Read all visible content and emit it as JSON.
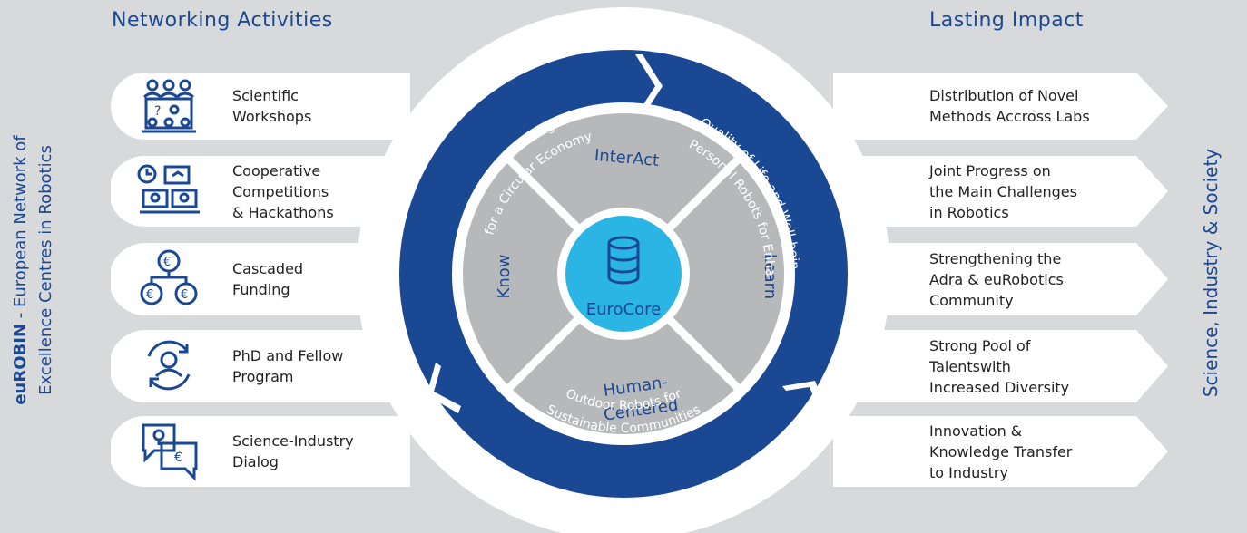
{
  "headings": {
    "left": "Networking Activities",
    "right": "Lasting Impact"
  },
  "left_vertical": {
    "brand": "euROBIN",
    "line1_rest": " - European Network of",
    "line2": "Excellence Centres in Robotics"
  },
  "right_vertical": "Science, Industry & Society",
  "activities": [
    {
      "line1": "Scientific",
      "line2": "Workshops",
      "icon": "workshop-icon"
    },
    {
      "line1": "Cooperative",
      "line2": "Competitions",
      "line3": "& Hackathons",
      "icon": "competition-icon"
    },
    {
      "line1": "Cascaded",
      "line2": "Funding",
      "icon": "euro-funding-icon"
    },
    {
      "line1": "PhD and Fellow",
      "line2": "Program",
      "icon": "person-cycle-icon"
    },
    {
      "line1": "Science-Industry",
      "line2": "Dialog",
      "icon": "dialog-bubbles-icon"
    }
  ],
  "impacts": [
    {
      "line1": "Distribution of Novel",
      "line2": "Methods Accross Labs"
    },
    {
      "line1": "Joint Progress on",
      "line2": "the Main Challenges",
      "line3": "in Robotics"
    },
    {
      "line1": "Strengthening the",
      "line2": "Adra & euRobotics",
      "line3": "Community"
    },
    {
      "line1": "Strong Pool of",
      "line2": "Talentswith",
      "line3": "Increased Diversity"
    },
    {
      "line1": "Innovation &",
      "line2": "Knowledge Transfer",
      "line3": "to Industry"
    }
  ],
  "wheel": {
    "center": "EuroCore",
    "center_icon": "database-icon",
    "segments": {
      "top": "InterAct",
      "right": "Learn",
      "left": "Know",
      "bottom_line1": "Human-",
      "bottom_line2": "Centered"
    },
    "outer": {
      "left_line1": "Robotic Manufacturing",
      "left_line2": "for a Circular Economy",
      "right_line1": "Personal Robots for Enhanced",
      "right_line2": "Quality of Life and Well-being",
      "bottom_line1": "Outdoor Robots for",
      "bottom_line2": "Sustainable Communities"
    }
  },
  "colors": {
    "blue": "#1b4893",
    "center": "#2bb5e4",
    "segment": "#b7b8ba",
    "background": "#d8d9db"
  }
}
